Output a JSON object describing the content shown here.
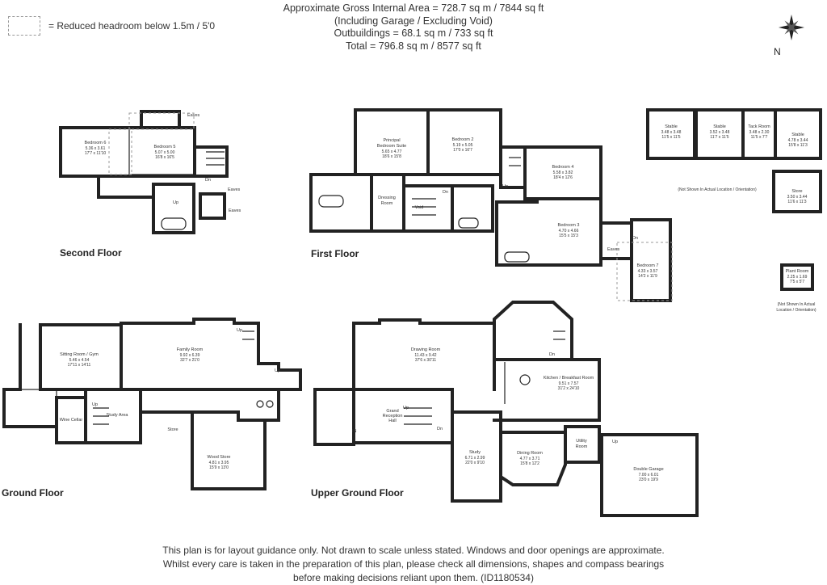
{
  "header": {
    "line1": "Approximate Gross Internal Area = 728.7 sq m / 7844 sq ft",
    "line2": "(Including Garage / Excluding Void)",
    "line3": "Outbuildings = 68.1 sq m / 733 sq ft",
    "line4": "Total = 796.8 sq m / 8577 sq ft"
  },
  "legend": {
    "text": "= Reduced headroom below 1.5m / 5'0"
  },
  "compass": {
    "letter": "N"
  },
  "floors": {
    "second": "Second Floor",
    "first": "First Floor",
    "ground": "Ground Floor",
    "upper_ground": "Upper Ground Floor"
  },
  "rooms": {
    "bedroom6": {
      "name": "Bedroom 6",
      "metric": "5.36 x 3.61",
      "imperial": "17'7 x 11'10"
    },
    "bedroom5": {
      "name": "Bedroom 5",
      "metric": "5.07 x 5.00",
      "imperial": "16'8 x 16'5"
    },
    "principal": {
      "name1": "Principal",
      "name2": "Bedroom Suite",
      "metric": "5.65 x 4.77",
      "imperial": "18'6 x 15'8"
    },
    "bedroom2": {
      "name": "Bedroom 2",
      "metric": "5.19 x 5.05",
      "imperial": "17'0 x 16'7"
    },
    "bedroom4": {
      "name": "Bedroom 4",
      "metric": "5.58 x 3.82",
      "imperial": "18'4 x 12'6"
    },
    "bedroom3": {
      "name": "Bedroom 3",
      "metric": "4.70 x 4.66",
      "imperial": "15'5 x 15'3"
    },
    "bedroom7": {
      "name": "Bedroom 7",
      "metric": "4.33 x 3.57",
      "imperial": "14'2 x 11'9"
    },
    "dressing": {
      "name1": "Dressing",
      "name2": "Room"
    },
    "void": {
      "name": "Void"
    },
    "stable1": {
      "name": "Stable",
      "metric": "3.48 x 3.48",
      "imperial": "11'5 x 11'5"
    },
    "stable2": {
      "name": "Stable",
      "metric": "3.52 x 3.48",
      "imperial": "11'7 x 11'5"
    },
    "tack": {
      "name": "Tack Room",
      "metric": "3.48 x 2.30",
      "imperial": "11'5 x 7'7"
    },
    "stable3": {
      "name": "Stable",
      "metric": "4.78 x 3.44",
      "imperial": "15'8 x 11'3"
    },
    "store_out": {
      "name": "Store",
      "metric": "3.50 x 3.44",
      "imperial": "11'6 x 11'3"
    },
    "plant": {
      "name": "Plant Room",
      "metric": "2.25 x 1.69",
      "imperial": "7'5 x 5'7"
    },
    "sitting": {
      "name": "Sitting Room / Gym",
      "metric": "5.46 x 4.54",
      "imperial": "17'11 x 14'11"
    },
    "family": {
      "name": "Family Room",
      "metric": "9.92 x 6.39",
      "imperial": "32'7 x 21'0"
    },
    "wine": {
      "name": "Wine Cellar"
    },
    "study_area": {
      "name": "Study Area"
    },
    "store_gf": {
      "name": "Store"
    },
    "wood": {
      "name": "Wood Store",
      "metric": "4.81 x 3.95",
      "imperial": "15'9 x 13'0"
    },
    "drawing": {
      "name": "Drawing Room",
      "metric": "11.43 x 9.42",
      "imperial": "37'6 x 30'11"
    },
    "kitchen": {
      "name": "Kitchen / Breakfast Room",
      "metric": "9.51 x 7.57",
      "imperial": "31'2 x 24'10"
    },
    "grand": {
      "name1": "Grand",
      "name2": "Reception",
      "name3": "Hall"
    },
    "study": {
      "name": "Study",
      "metric": "6.71 x 2.99",
      "imperial": "22'0 x 9'10"
    },
    "dining": {
      "name": "Dining Room",
      "metric": "4.77 x 3.71",
      "imperial": "15'8 x 12'2"
    },
    "utility": {
      "name1": "Utility",
      "name2": "Room"
    },
    "garage": {
      "name": "Double Garage",
      "metric": "7.00 x 6.01",
      "imperial": "23'0 x 19'9"
    }
  },
  "markers": {
    "eaves": "Eaves",
    "up": "Up",
    "dn": "Dn",
    "in": "IN"
  },
  "notes": {
    "outbuildings": "(Not Shown In Actual Location / Orientation)",
    "plant1": "(Not Shown In Actual",
    "plant2": "Location / Orientation)"
  },
  "footer": {
    "line1": "This plan is for layout guidance only. Not drawn to scale unless stated. Windows and door openings are approximate.",
    "line2": "Whilst every care is taken in the preparation of this plan, please check all dimensions, shapes and compass bearings",
    "line3": "before making decisions reliant upon them. (ID1180534)"
  }
}
